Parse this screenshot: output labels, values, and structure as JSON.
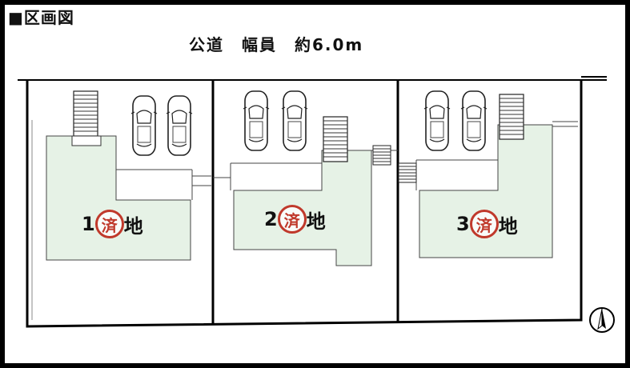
{
  "title": "■区画図",
  "road_label": "公道　幅員　約6.0m",
  "lots": [
    {
      "number": "1",
      "suffix": "地",
      "status": "済"
    },
    {
      "number": "2",
      "suffix": "地",
      "status": "済"
    },
    {
      "number": "3",
      "suffix": "地",
      "status": "済"
    }
  ],
  "colors": {
    "lot_fill": "#e6f2e6",
    "stamp": "#c0392b",
    "border": "#000000"
  },
  "icons": [
    "north-arrow-icon",
    "car-icon",
    "stairs-icon"
  ]
}
